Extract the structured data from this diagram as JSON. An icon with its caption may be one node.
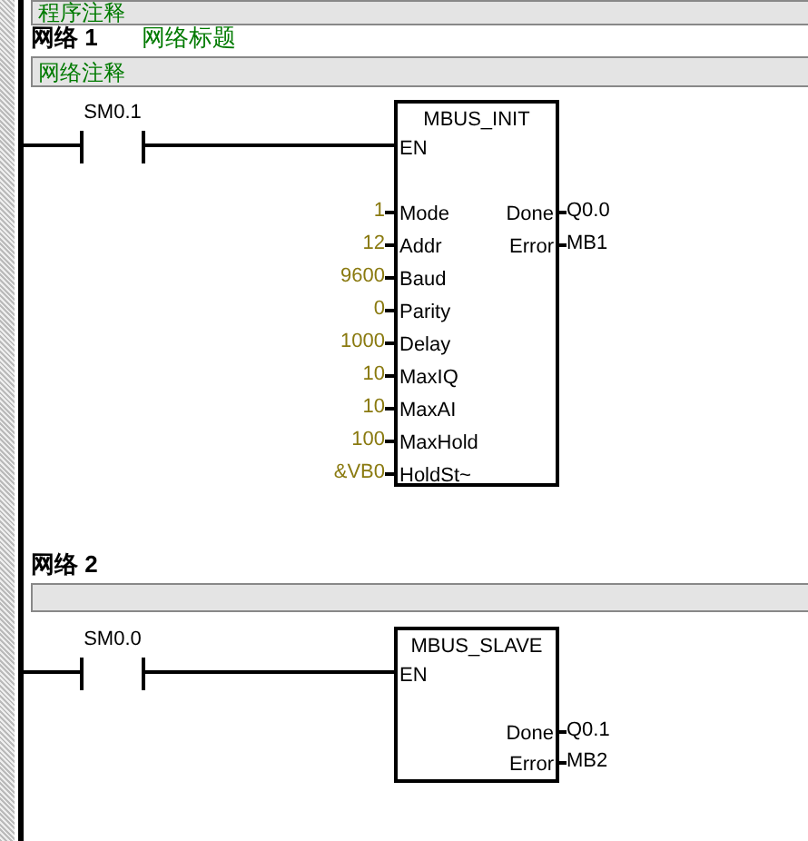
{
  "diagram": {
    "nodes": [
      {
        "text": [],
        "shape": "bar"
      },
      {
        "text": [
          "程序注释"
        ]
      },
      {
        "text": [
          "网络注释"
        ]
      },
      {
        "text": [
          "SM0.1"
        ]
      },
      {
        "text": [
          "MBUS_INIT",
          "EN",
          "Mode",
          "Addr",
          "Baud",
          "Parity",
          "Delay",
          "MaxIQ",
          "MaxAI",
          "MaxHold",
          "HoldSt~",
          "Done",
          "Error"
        ],
        "beside": [
          "1",
          "12",
          "9600",
          "0",
          "1000",
          "10",
          "10",
          "100",
          "&VB0",
          "Q0.0",
          "MB1"
        ]
      },
      {
        "text": [],
        "shape": "box"
      },
      {
        "text": [
          "SM0.0"
        ]
      },
      {
        "text": [
          "MBUS_SLAVE",
          "EN",
          "Done",
          "Error"
        ],
        "beside": [
          "Q0.1",
          "MB2"
        ]
      }
    ],
    "edges": [
      {
        "from": 0,
        "to": 3,
        "arrow": "none"
      },
      {
        "from": 3,
        "to": 4,
        "arrow": "none"
      },
      {
        "from": 0,
        "to": 6,
        "arrow": "none"
      },
      {
        "from": 6,
        "to": 7,
        "arrow": "none"
      }
    ],
    "labels": [
      "网络 1",
      "网络标题",
      "网络 2"
    ]
  }
}
